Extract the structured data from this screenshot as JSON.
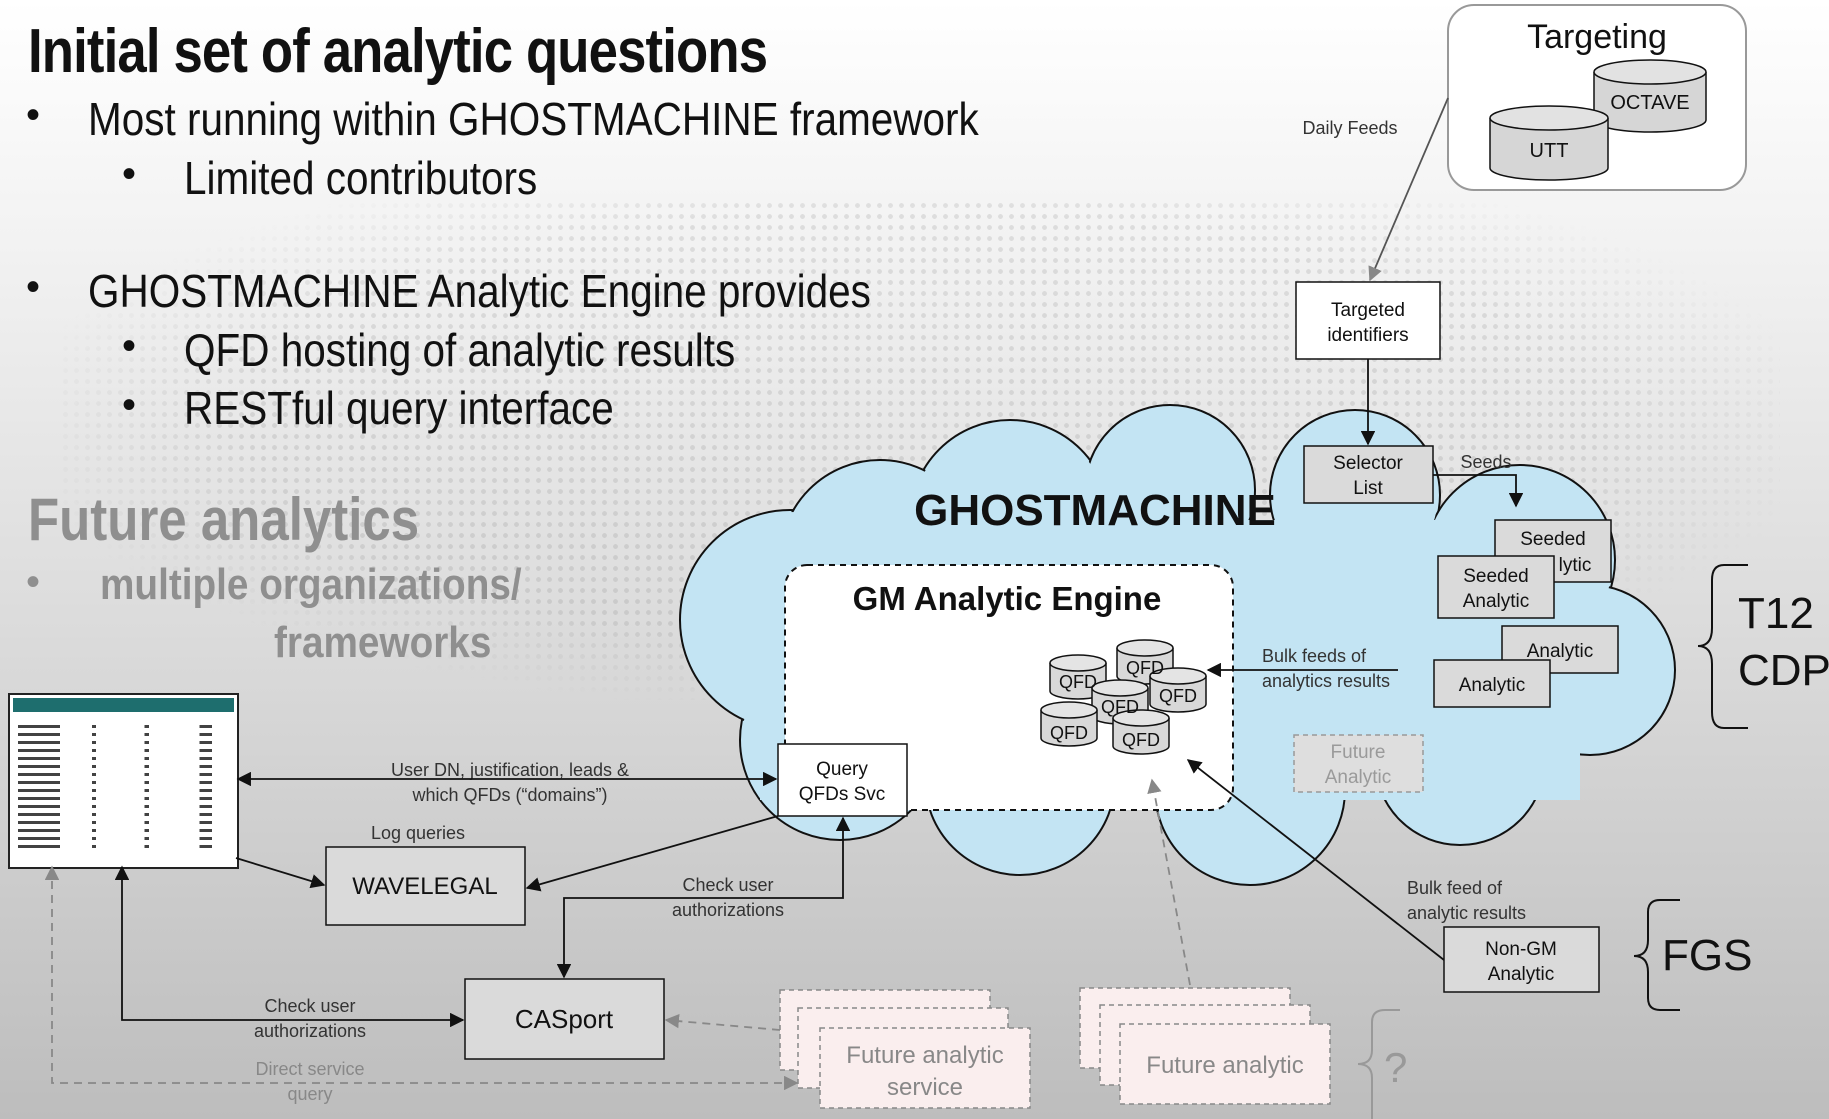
{
  "slide": {
    "title": "Initial set of analytic questions",
    "bullets": [
      "Most running within GHOSTMACHINE framework",
      "Limited contributors",
      "GHOSTMACHINE Analytic Engine provides",
      "QFD hosting of analytic results",
      "RESTful query interface"
    ],
    "bullet_glyph": "•",
    "future_title": "Future analytics",
    "future_line1": "multiple organizations/",
    "future_line2": "frameworks"
  },
  "diagram": {
    "targeting": {
      "title": "Targeting",
      "db1": "OCTAVE",
      "db2": "UTT"
    },
    "daily_feeds": "Daily Feeds",
    "targeted_identifiers": [
      "Targeted",
      "identifiers"
    ],
    "selector_list": [
      "Selector",
      "List"
    ],
    "seeds": "Seeds",
    "ghostmachine": "GHOSTMACHINE",
    "engine_title": "GM Analytic Engine",
    "qfd_label": "QFD",
    "seeded_analytic": [
      "Seeded",
      "Analytic"
    ],
    "seeded_analytic_back": [
      "Seeded",
      "lytic"
    ],
    "analytic": "Analytic",
    "bulk_feeds": [
      "Bulk feeds of",
      "analytics results"
    ],
    "future_analytic_box": [
      "Future",
      "Analytic"
    ],
    "t12": "T12",
    "cdp": "CDP",
    "query_svc": [
      "Query",
      "QFDs Svc"
    ],
    "user_dn": [
      "User DN, justification,  leads &",
      "which QFDs (“domains”)"
    ],
    "log_queries": "Log queries",
    "wavelegal": "WAVELEGAL",
    "check_user_auth": [
      "Check user",
      "authorizations"
    ],
    "casport": "CASport",
    "direct_service": [
      "Direct service",
      "query"
    ],
    "future_service": [
      "Future analytic",
      "service"
    ],
    "future_analytic": "Future analytic",
    "question": "?",
    "bulk_feed": [
      "Bulk feed of",
      "analytic results"
    ],
    "non_gm": [
      "Non-GM",
      "Analytic"
    ],
    "fgs": "FGS"
  },
  "colors": {
    "cloud_fill": "#c3e4f3",
    "box_fill": "#dadada",
    "future_fill": "#faeeee",
    "muted_text": "#8f8f8f"
  }
}
